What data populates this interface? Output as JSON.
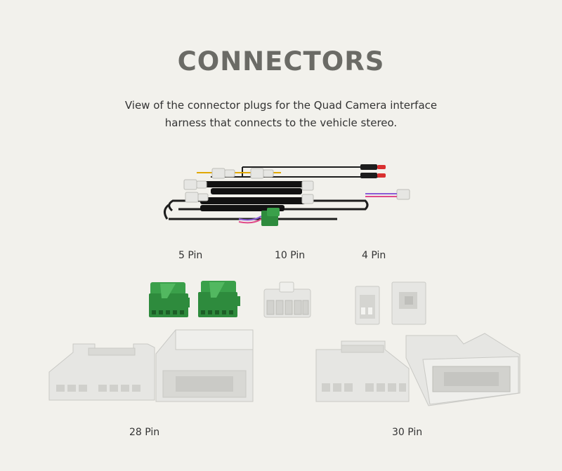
{
  "header": {
    "title": "CONNECTORS",
    "subtitle": "View of the connector plugs for the Quad Camera interface harness that connects to the vehicle stereo."
  },
  "labels": {
    "pin5": "5 Pin",
    "pin10": "10 Pin",
    "pin4": "4 Pin",
    "pin28": "28 Pin",
    "pin30": "30 Pin"
  },
  "colors": {
    "background": "#f2f1ec",
    "title": "#6b6b66",
    "connector_white": "#e6e6e3",
    "connector_green": "#2e8b3d",
    "cable": "#1d1d1d",
    "red": "#d93030"
  }
}
